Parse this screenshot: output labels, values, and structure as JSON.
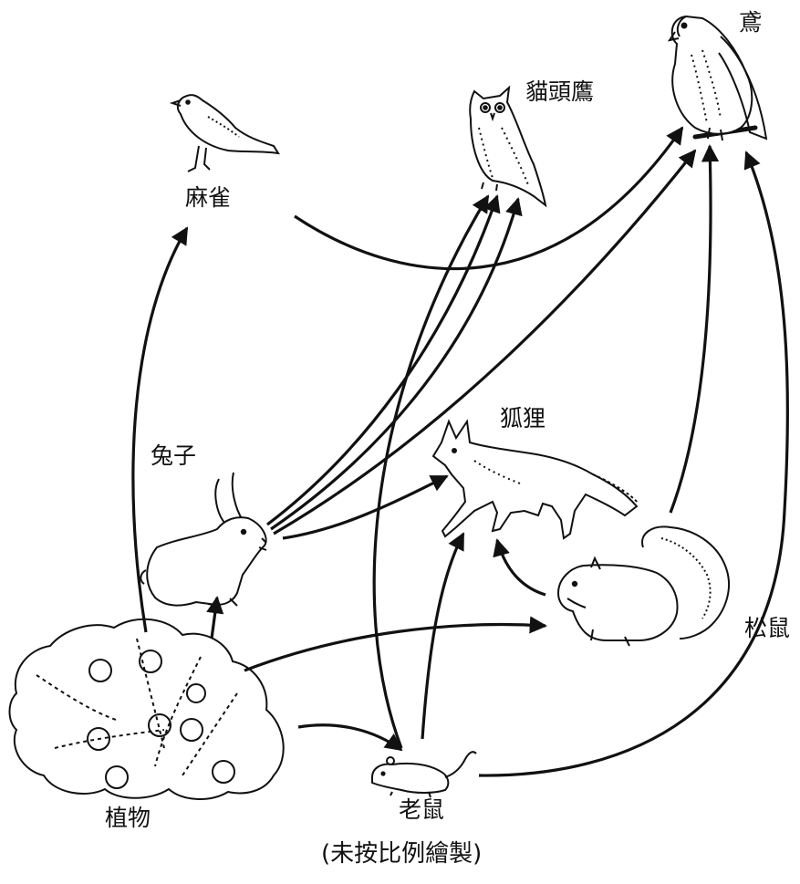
{
  "organisms": {
    "sparrow": "麻雀",
    "owl": "貓頭鷹",
    "kite": "鳶",
    "rabbit": "兔子",
    "fox": "狐狸",
    "squirrel": "松鼠",
    "mouse": "老鼠",
    "plant": "植物"
  },
  "note": "(未按比例繪製)",
  "feeding_links": [
    {
      "from": "植物",
      "to": "麻雀"
    },
    {
      "from": "植物",
      "to": "兔子"
    },
    {
      "from": "植物",
      "to": "松鼠"
    },
    {
      "from": "植物",
      "to": "老鼠"
    },
    {
      "from": "麻雀",
      "to": "鳶"
    },
    {
      "from": "兔子",
      "to": "貓頭鷹"
    },
    {
      "from": "兔子",
      "to": "鳶"
    },
    {
      "from": "兔子",
      "to": "狐狸"
    },
    {
      "from": "老鼠",
      "to": "貓頭鷹"
    },
    {
      "from": "老鼠",
      "to": "狐狸"
    },
    {
      "from": "老鼠",
      "to": "鳶"
    },
    {
      "from": "松鼠",
      "to": "狐狸"
    },
    {
      "from": "松鼠",
      "to": "鳶"
    }
  ],
  "colors": {
    "line": "#111111",
    "background": "#ffffff"
  }
}
